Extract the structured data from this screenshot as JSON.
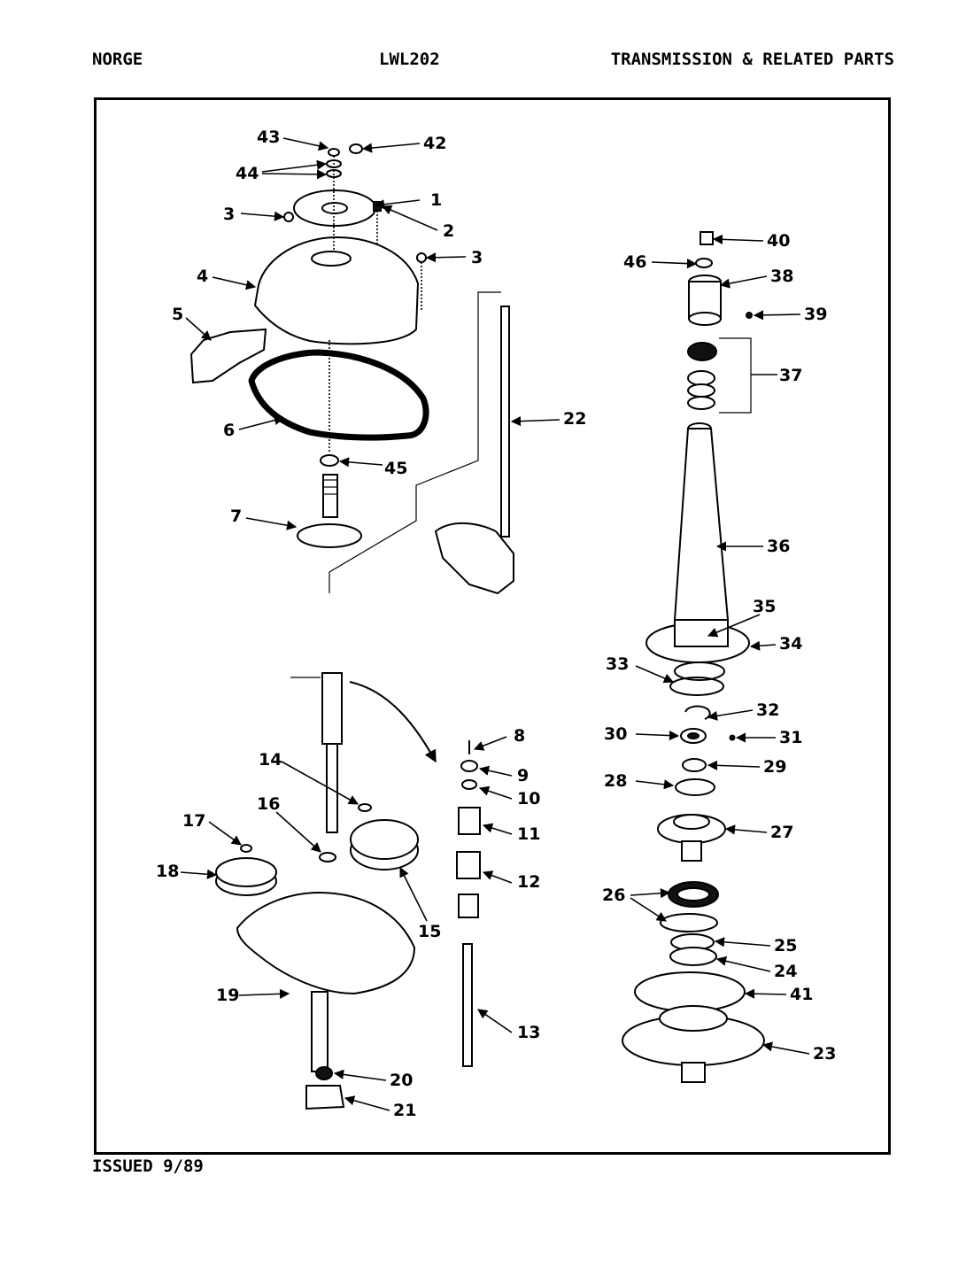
{
  "header": {
    "brand": "NORGE",
    "model": "LWL202",
    "title": "TRANSMISSION & RELATED PARTS"
  },
  "footer": {
    "issued": "ISSUED 9/89"
  },
  "callouts": [
    "1",
    "2",
    "3",
    "3",
    "4",
    "5",
    "6",
    "7",
    "8",
    "9",
    "10",
    "11",
    "12",
    "13",
    "14",
    "15",
    "16",
    "17",
    "18",
    "19",
    "20",
    "21",
    "22",
    "23",
    "24",
    "25",
    "26",
    "27",
    "28",
    "29",
    "30",
    "31",
    "32",
    "33",
    "34",
    "35",
    "36",
    "37",
    "38",
    "39",
    "40",
    "41",
    "42",
    "43",
    "44",
    "45",
    "46"
  ]
}
